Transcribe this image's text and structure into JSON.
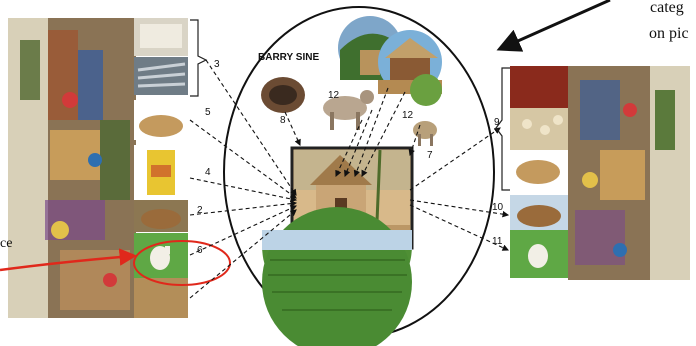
{
  "diagram": {
    "title": "BARRY SINE",
    "caption_fragments": [
      "categ",
      "on pic",
      "ce"
    ],
    "labels": {
      "l3": "3",
      "l5": "5",
      "l4": "4",
      "l2": "2",
      "l6": "6",
      "l8": "8",
      "l12a": "12",
      "l12b": "12",
      "l7": "7",
      "l9": "9",
      "l10": "10",
      "l11": "11"
    }
  }
}
